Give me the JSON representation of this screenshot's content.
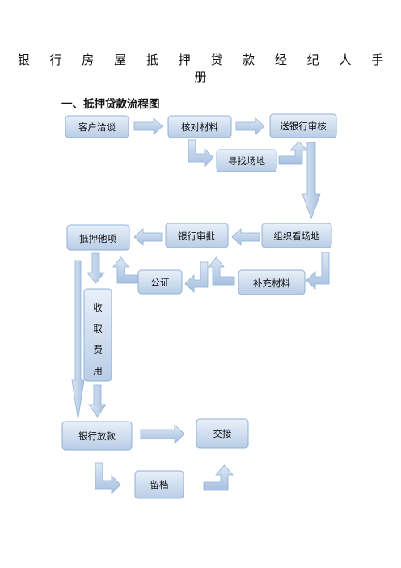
{
  "document": {
    "title": "银 行 房 屋 抵 押 贷 款 经 纪 人 手 册",
    "section_heading": "一、抵押贷款流程图"
  },
  "colors": {
    "box_fill_top": "#e8f0fa",
    "box_fill_bottom": "#b9cde6",
    "box_stroke": "#8fb0d6",
    "arrow_fill_light": "#dde8f5",
    "arrow_fill_dark": "#a7c0e0"
  },
  "flowchart": {
    "nodes": [
      {
        "id": "customer-consult",
        "label": "客户洽谈"
      },
      {
        "id": "verify-materials",
        "label": "核对材料"
      },
      {
        "id": "send-bank-review",
        "label": "送银行审核"
      },
      {
        "id": "find-site",
        "label": "寻找场地"
      },
      {
        "id": "organize-site-visit",
        "label": "组织看场地"
      },
      {
        "id": "bank-approval",
        "label": "银行审批"
      },
      {
        "id": "mortgage-other",
        "label": "抵押他项"
      },
      {
        "id": "supplement-materials",
        "label": "补充材料"
      },
      {
        "id": "notarization",
        "label": "公证"
      },
      {
        "id": "collect-fees",
        "label": [
          "收",
          "取",
          "费",
          "用"
        ]
      },
      {
        "id": "bank-loan",
        "label": "银行放款"
      },
      {
        "id": "handover",
        "label": "交接"
      },
      {
        "id": "archive",
        "label": "留档"
      }
    ]
  }
}
